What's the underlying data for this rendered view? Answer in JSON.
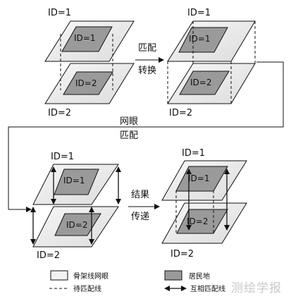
{
  "panels": {
    "top_left": {
      "top_id": "ID=1",
      "top_inner": "ID=1",
      "bottom_inner": "ID=2",
      "bottom_id": "ID=2"
    },
    "top_right": {
      "top_id": "ID=1",
      "top_inner": "ID=1",
      "bottom_inner": "ID=2",
      "bottom_id": "ID=2"
    },
    "bottom_left": {
      "top_id": "ID=1",
      "top_inner": "ID=1",
      "bottom_inner": "ID=2",
      "bottom_id": "ID=2"
    },
    "bottom_right": {
      "top_id": "ID=1",
      "top_inner": "ID=1",
      "bottom_inner": "ID=2",
      "bottom_id": "ID=2"
    }
  },
  "steps": {
    "match_transform": [
      "匹配",
      "转换"
    ],
    "grid_match": [
      "网眼",
      "匹配"
    ],
    "result_transfer": [
      "结果",
      "传递"
    ]
  },
  "legend": {
    "grid_cell": "骨架线网眼",
    "residential": "居民地",
    "pending_line": "待匹配线",
    "mutual_line": "互相匹配线"
  },
  "watermark": "测绘学报",
  "colors": {
    "outer_fill": "#efefef",
    "inner_fill": "#9a9a9a",
    "stroke": "#111111"
  }
}
